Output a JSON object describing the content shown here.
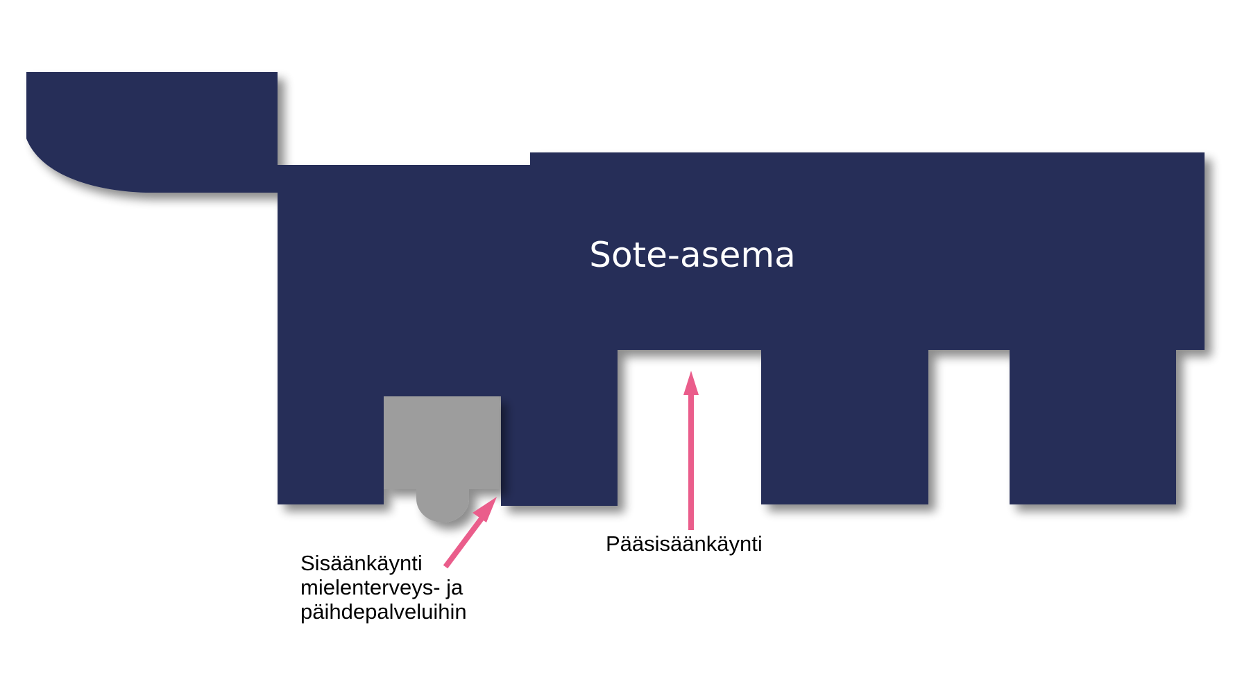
{
  "building": {
    "name": "Sote-asema",
    "color": "#252d59"
  },
  "annex": {
    "color": "#9d9d9d"
  },
  "arrow_color": "#ea5d8b",
  "entrances": {
    "main": {
      "label": "Pääsisäänkäynti"
    },
    "mental_health": {
      "lines": [
        "Sisäänkäynti",
        "mielenterveys- ja",
        "päihdepalveluihin"
      ]
    }
  }
}
